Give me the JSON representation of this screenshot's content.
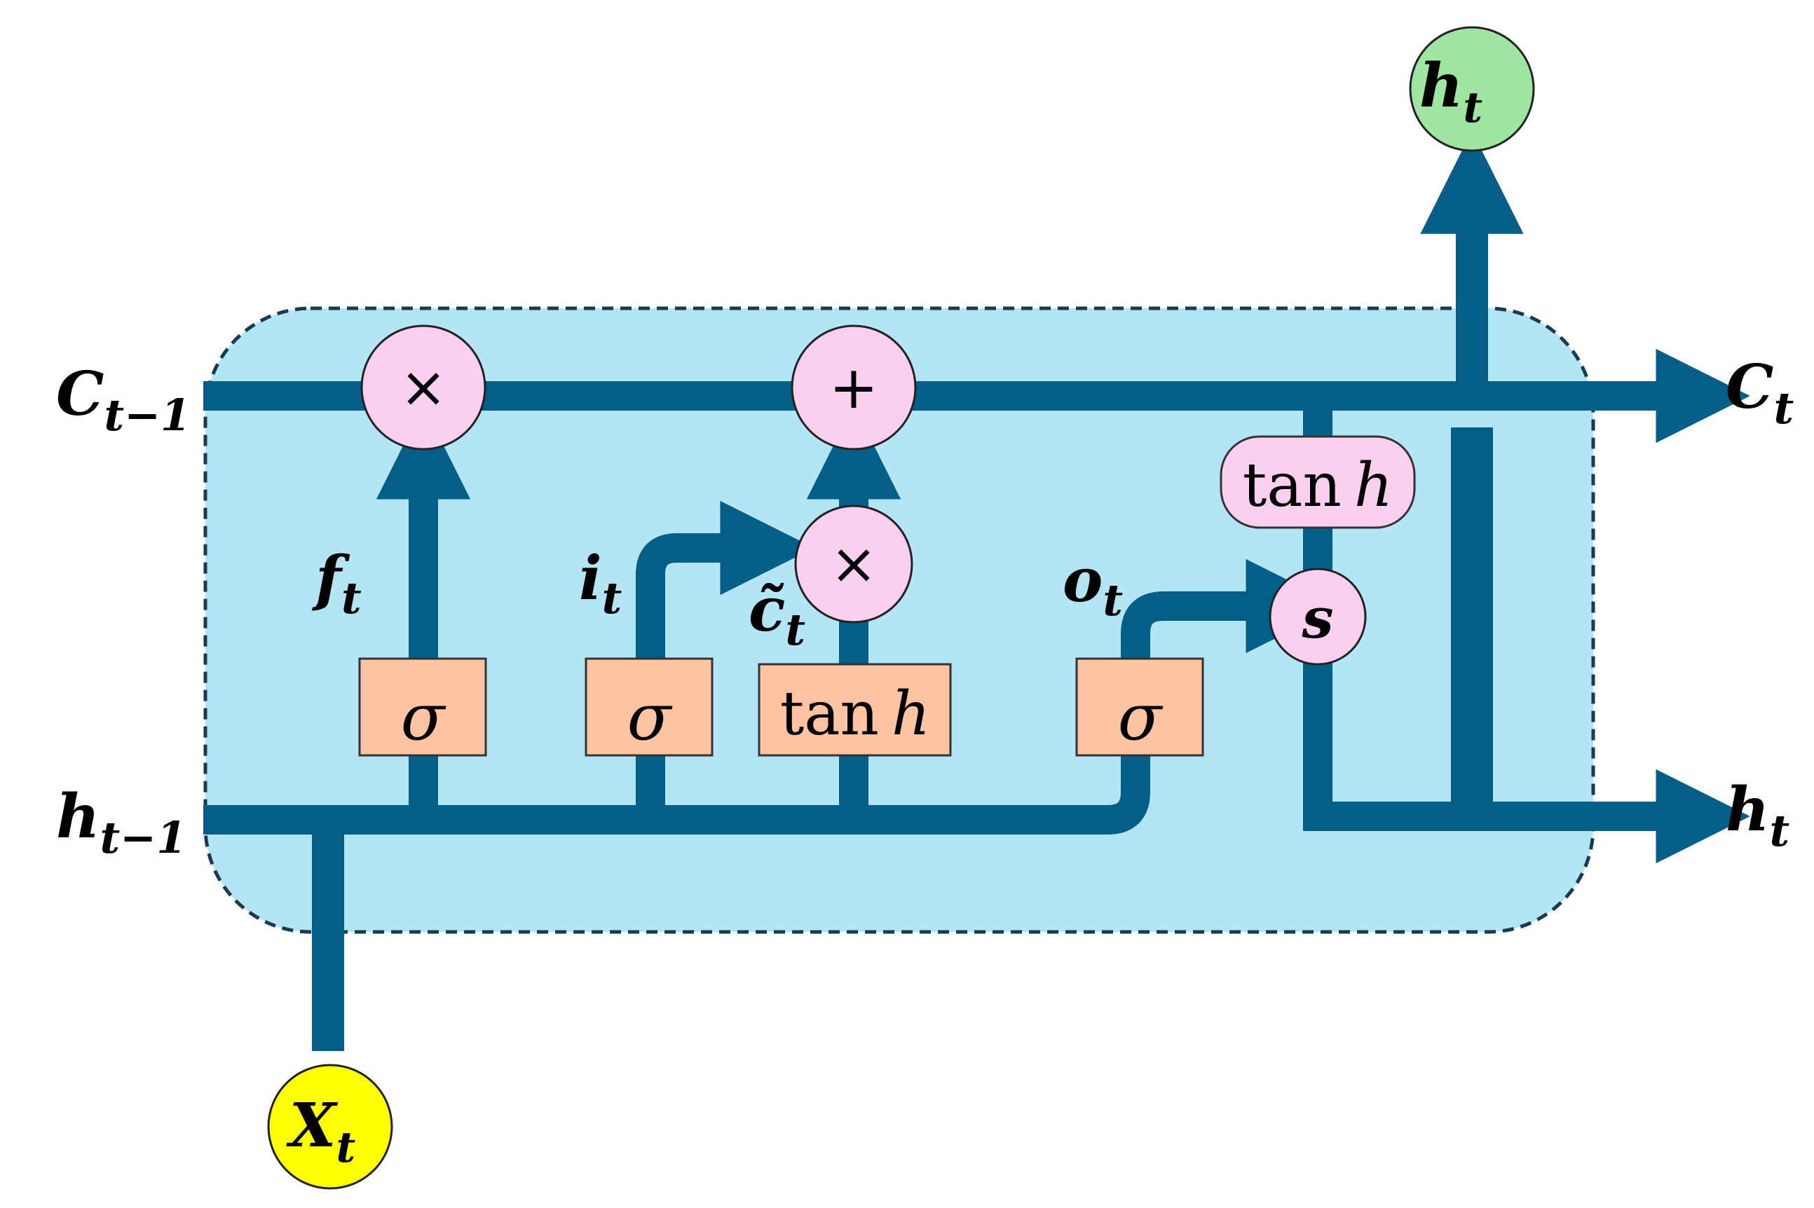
{
  "labels": {
    "c_prev": {
      "main": "C",
      "sub": "t−1"
    },
    "h_prev": {
      "main": "h",
      "sub": "t−1"
    },
    "c_out": {
      "main": "C",
      "sub": "t"
    },
    "h_out": {
      "main": "h",
      "sub": "t"
    },
    "h_top": {
      "main": "h",
      "sub": "t"
    },
    "x_in": {
      "main": "X",
      "sub": "t"
    },
    "forget": {
      "main": "f",
      "sub": "t"
    },
    "input": {
      "main": "i",
      "sub": "t"
    },
    "candidate": {
      "main": "c̃",
      "sub": "t"
    },
    "output": {
      "main": "o",
      "sub": "t"
    }
  },
  "operators": {
    "forget_mul": "×",
    "cell_add": "+",
    "input_mul": "×",
    "output_s": "s"
  },
  "activations": {
    "forget_gate": "σ",
    "input_gate": "σ",
    "candidate_gate": {
      "fn": "tan",
      "var": "h"
    },
    "output_gate": "σ",
    "cell_tanh": {
      "fn": "tan",
      "var": "h"
    }
  },
  "colors": {
    "cell_bg": "#b3e5f5",
    "flow": "#035f87",
    "operator": "#fbd0ee",
    "gate": "#fcc4a3",
    "output_node": "#9ee6a2",
    "input_node": "#ffff00"
  }
}
